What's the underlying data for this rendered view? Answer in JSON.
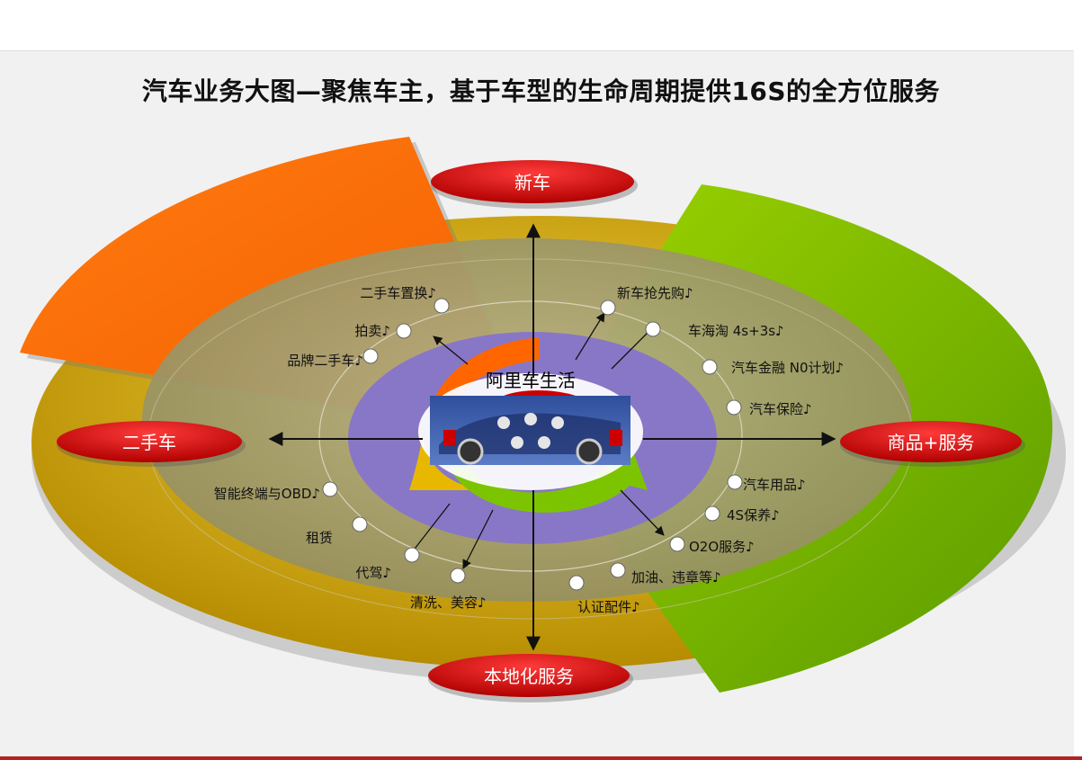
{
  "title": "汽车业务大图—聚焦车主，基于车型的生命周期提供16S的全方位服务",
  "center_label": "阿里车生活",
  "quadrants": {
    "top": "新车",
    "left": "二手车",
    "right": "商品+服务",
    "bottom": "本地化服务"
  },
  "items": {
    "new_car": [
      "新车抢先购♪",
      "车海淘 4s+3s♪",
      "汽车金融 N0计划♪",
      "汽车保险♪"
    ],
    "used_car": [
      "二手车置换♪",
      "拍卖♪",
      "品牌二手车♪"
    ],
    "goods": [
      "汽车用品♪",
      "4S保养♪",
      "O2O服务♪",
      "加油、违章等♪",
      "认证配件♪"
    ],
    "local": [
      "智能终端与OBD♪",
      "租赁",
      "代驾♪",
      "清洗、美容♪"
    ]
  },
  "colors": {
    "orange": "#ff6a00",
    "green": "#7dbb00",
    "yellow": "#e0b400",
    "olive": "#a8a271",
    "purple": "#8877c6",
    "red_pill": "#d40000"
  }
}
